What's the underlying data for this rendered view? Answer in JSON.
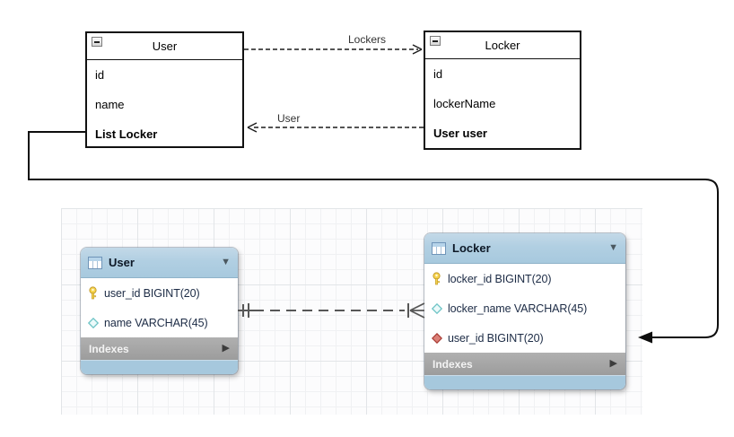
{
  "diagram": {
    "uml": {
      "classes": [
        {
          "title": "User",
          "collapse_icon": "minus",
          "fields": [
            "id",
            "name",
            "List Locker"
          ]
        },
        {
          "title": "Locker",
          "collapse_icon": "minus",
          "fields": [
            "id",
            "lockerName",
            "User user"
          ]
        }
      ],
      "arrow_labels": {
        "to_locker": "Lockers",
        "to_user": "User"
      }
    },
    "eer": {
      "tables": [
        {
          "title": "User",
          "columns": [
            {
              "icon": "primary-key",
              "text": "user_id BIGINT(20)"
            },
            {
              "icon": "nullable-column",
              "text": "name VARCHAR(45)"
            }
          ],
          "footer": "Indexes"
        },
        {
          "title": "Locker",
          "columns": [
            {
              "icon": "primary-key",
              "text": "locker_id BIGINT(20)"
            },
            {
              "icon": "nullable-column",
              "text": "locker_name VARCHAR(45)"
            },
            {
              "icon": "foreign-key",
              "text": "user_id BIGINT(20)"
            }
          ],
          "footer": "Indexes"
        }
      ],
      "relationship": {
        "cardinality": "one-to-many",
        "line_style": "dashed"
      }
    },
    "colors": {
      "table_header_blue": "#b1cfe2",
      "table_footer_blue": "#a6c8dd",
      "indexes_gray": "#a3a3a3",
      "row_text": "#1c2b45",
      "primary_key_yellow": "#f6d44c",
      "nullable_cyan": "#6fc4c6",
      "foreign_key_red": "#db8078",
      "relation_line_gray": "#575757",
      "uml_line_black": "#1a1a1a"
    }
  }
}
